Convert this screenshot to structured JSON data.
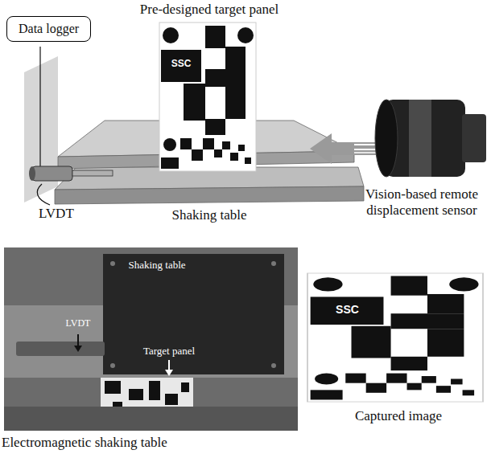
{
  "diagram": {
    "nodes": [
      {
        "text": [
          "Data logger"
        ]
      }
    ],
    "labels": [
      "Pre-designed target panel",
      "SSC",
      "Shaking table",
      "LVDT",
      "Vision-based remote displacement sensor",
      "Shaking table",
      "LVDT",
      "Target panel",
      "Electromagnetic shaking table",
      "SSC",
      "Captured image"
    ]
  }
}
